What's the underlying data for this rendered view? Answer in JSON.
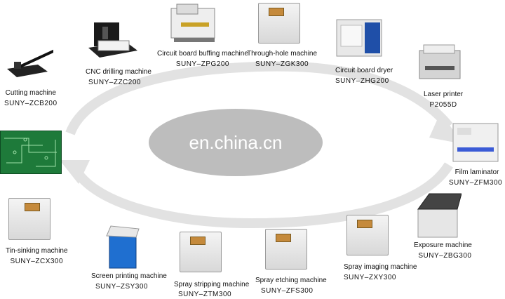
{
  "watermark": "en.china.cn",
  "machines": {
    "cutting": {
      "label": "Cutting machine",
      "model": "SUNY–ZCB200"
    },
    "cnc": {
      "label": "CNC drilling machine",
      "model": "SUNY–ZZC200"
    },
    "buffing": {
      "label": "Circuit board buffing machine",
      "model": "SUNY–ZPG200"
    },
    "throughhole": {
      "label": "Through-hole machine",
      "model": "SUNY–ZGK300"
    },
    "dryer": {
      "label": "Circuit board dryer",
      "model": "SUNY–ZHG200"
    },
    "printer": {
      "label": "Laser printer",
      "model": "P2055D"
    },
    "laminator": {
      "label": "Film laminator",
      "model": "SUNY–ZFM300"
    },
    "exposure": {
      "label": "Exposure machine",
      "model": "SUNY–ZBG300"
    },
    "imaging": {
      "label": "Spray imaging machine",
      "model": "SUNY–ZXY300"
    },
    "etching": {
      "label": "Spray etching machine",
      "model": "SUNY–ZFS300"
    },
    "stripping": {
      "label": "Spray stripping machine",
      "model": "SUNY–ZTM300"
    },
    "screen": {
      "label": "Screen printing machine",
      "model": "SUNY–ZSY300"
    },
    "tinsinking": {
      "label": "Tin-sinking machine",
      "model": "SUNY–ZCX300"
    }
  },
  "colors": {
    "arrow": "#e0e0e0",
    "watermark": "#bdbdbd",
    "board": "#1e7a3a",
    "dryer": "#1f4fa8",
    "screen": "#1f6fd0"
  }
}
